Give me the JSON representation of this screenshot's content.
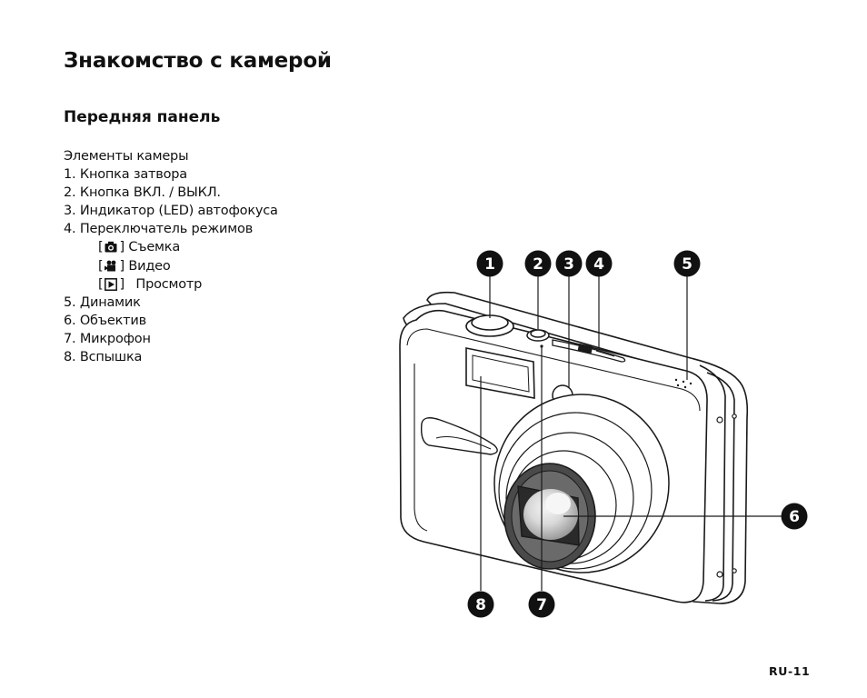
{
  "page": {
    "title": "Знакомство с камерой",
    "section_title": "Передняя панель",
    "page_number": "RU-11"
  },
  "parts": {
    "heading": "Элементы камеры",
    "items": [
      "1. Кнопка затвора",
      "2. Кнопка ВКЛ. / ВЫКЛ.",
      "3. Индикатор (LED) автофокуса",
      "4. Переключатель режимов"
    ],
    "modes": [
      {
        "icon": "camera-icon",
        "open": "[",
        "close": "]",
        "label": "Съемка"
      },
      {
        "icon": "video-camera-icon",
        "open": "[",
        "close": "]",
        "label": "Видео"
      },
      {
        "icon": "play-icon",
        "open": "[",
        "close": "]",
        "label": "Просмотр"
      }
    ],
    "items_after": [
      "5. Динамик",
      "6. Объектив",
      "7. Микрофон",
      "8. Вспышка"
    ]
  },
  "figure": {
    "callouts": [
      "1",
      "2",
      "3",
      "4",
      "5",
      "6",
      "7",
      "8"
    ]
  }
}
